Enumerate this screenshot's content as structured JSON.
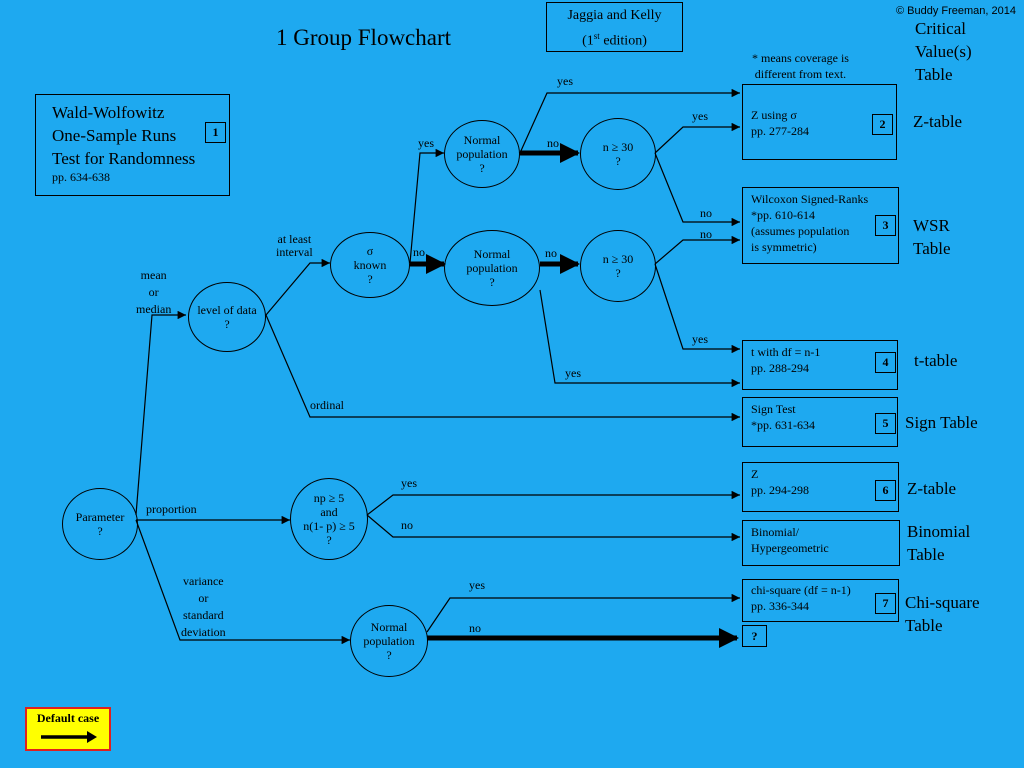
{
  "title": "1 Group Flowchart",
  "copyright": "© Buddy Freeman, 2014",
  "source": {
    "line1": "Jaggia and Kelly",
    "line2_pre": "(1",
    "line2_sup": "st",
    "line2_post": " edition)"
  },
  "coverage_note": "* means coverage is\ndifferent from text.",
  "critical_values_heading": "Critical\nValue(s)\nTable",
  "runs_test": {
    "text": "Wald-Wolfowitz\nOne-Sample Runs\nTest for Randomness",
    "pages": "pp. 634-638",
    "num": "1"
  },
  "decisions": {
    "parameter": "Parameter\n?",
    "level_of_data": "level of data\n?",
    "sigma_known": "σ\nknown\n?",
    "normal_top": "Normal\npopulation\n?",
    "normal_mid": "Normal\npopulation\n?",
    "n30_top": "n ≥ 30\n?",
    "n30_mid": "n ≥ 30\n?",
    "np_check": "np ≥ 5\nand\nn(1- p) ≥ 5\n?",
    "normal_bottom": "Normal\npopulation\n?"
  },
  "edge_labels": {
    "yes_top": "yes",
    "yes_z": "yes",
    "yes_sigma": "yes",
    "no_normal_top": "no",
    "no_sigma": "no",
    "no_normal_mid": "no",
    "no_wsr1": "no",
    "no_wsr2": "no",
    "yes_t1": "yes",
    "yes_t2": "yes",
    "at_least_interval": "at least\ninterval",
    "mean_or_median": "mean\nor\nmedian",
    "ordinal": "ordinal",
    "proportion": "proportion",
    "yes_prop": "yes",
    "no_prop": "no",
    "variance": "variance\nor\nstandard\ndeviation",
    "yes_var": "yes",
    "no_var": "no"
  },
  "results": [
    {
      "text": "Z using σ\npp. 277-284",
      "num": "2",
      "table": "Z-table"
    },
    {
      "text": "Wilcoxon Signed-Ranks\n*pp. 610-614\n(assumes population\n is symmetric)",
      "num": "3",
      "table": "WSR\nTable"
    },
    {
      "text": "t with df = n-1\npp. 288-294",
      "num": "4",
      "table": "t-table"
    },
    {
      "text": "Sign Test\n*pp. 631-634",
      "num": "5",
      "table": "Sign Table"
    },
    {
      "text": "Z\npp. 294-298",
      "num": "6",
      "table": "Z-table"
    },
    {
      "text": "Binomial/\nHypergeometric",
      "num": "",
      "table": "Binomial\nTable"
    },
    {
      "text": "chi-square (df = n-1)\npp. 336-344",
      "num": "7",
      "table": "Chi-square\nTable"
    },
    {
      "text": "",
      "num": "?",
      "table": ""
    }
  ],
  "legend": {
    "label": "Default case",
    "border_color": "#e0201e",
    "fill_color": "#ffff00"
  },
  "colors": {
    "background": "#1ea9f0",
    "lines": "#000000"
  }
}
